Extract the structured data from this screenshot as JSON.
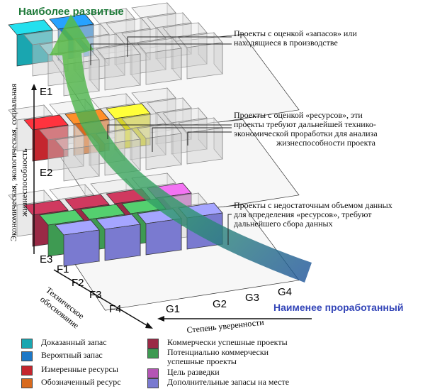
{
  "header": {
    "most_developed": "Наиболее развитые",
    "least_developed": "Наименее проработанный"
  },
  "axes": {
    "vertical_label_line1": "Экономическая, экологическая, социальная",
    "vertical_label_line2": "жизнеспособность",
    "depth_label_line1": "Техническое",
    "depth_label_line2": "обоснование",
    "horizontal_label": "Степень уверенности",
    "e_levels": [
      "E1",
      "E2",
      "E3"
    ],
    "f_levels": [
      "F1",
      "F2",
      "F3",
      "F4"
    ],
    "g_levels": [
      "G1",
      "G2",
      "G3",
      "G4"
    ]
  },
  "annotations": {
    "reserves": [
      "Проекты с оценкой «запасов» или",
      "находящиеся в производстве"
    ],
    "resources": [
      "Проекты с оценкой «ресурсов», эти",
      "проекты требуют дальнейшей технико-",
      "экономической проработки для анализа",
      "жизнеспособности проекта"
    ],
    "insufficient": [
      "Проекты с недостаточным объемом данных",
      "для определения «ресурсов», требуют",
      "дальнейшего сбора данных"
    ]
  },
  "legend": [
    {
      "label": "Доказанный запас",
      "color": "#1aa6b0"
    },
    {
      "label": "Вероятный запас",
      "color": "#1d78c6"
    },
    {
      "label": "Измеренные ресурсы",
      "color": "#c4262e"
    },
    {
      "label": "Обозначенный ресурс",
      "color": "#d86a1e"
    },
    {
      "label": "Коммерчески успешные проекты",
      "color": "#9a2a46"
    },
    {
      "label": "Потенциально коммерчески",
      "label2": "успешные проекты",
      "color": "#3e9a52"
    },
    {
      "label": "Цель разведки",
      "color": "#b455b4"
    },
    {
      "label": "Дополнительные запасы на месте",
      "color": "#7a7ad0"
    }
  ]
}
